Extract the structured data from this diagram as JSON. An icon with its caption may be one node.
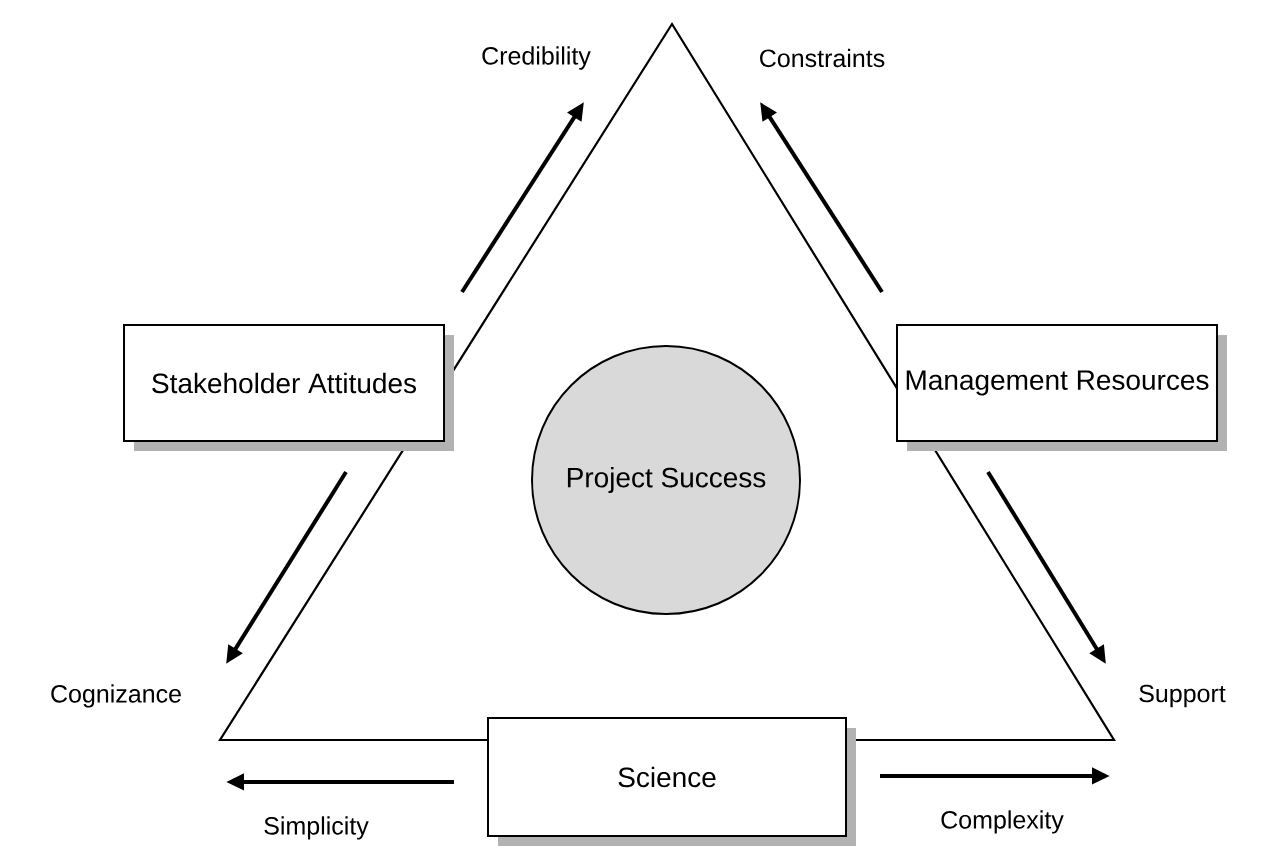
{
  "diagram": {
    "nodes": [
      {
        "text": [
          "Stakeholder Attitudes"
        ]
      },
      {
        "text": [
          "Management Resources"
        ]
      },
      {
        "text": [
          "Project Success"
        ]
      },
      {
        "text": [
          "Science"
        ]
      },
      {
        "text": [
          "Credibility"
        ]
      },
      {
        "text": [
          "Constraints"
        ]
      },
      {
        "text": [
          "Cognizance"
        ]
      },
      {
        "text": [
          "Support"
        ]
      },
      {
        "text": [
          "Simplicity"
        ]
      },
      {
        "text": [
          "Complexity"
        ]
      }
    ],
    "edges": [
      {
        "from": 0,
        "to": 4,
        "arrow": "to"
      },
      {
        "from": 1,
        "to": 5,
        "arrow": "to"
      },
      {
        "from": 0,
        "to": 6,
        "arrow": "to"
      },
      {
        "from": 1,
        "to": 7,
        "arrow": "to"
      },
      {
        "from": 3,
        "to": 8,
        "arrow": "to"
      },
      {
        "from": 3,
        "to": 9,
        "arrow": "to"
      }
    ]
  }
}
